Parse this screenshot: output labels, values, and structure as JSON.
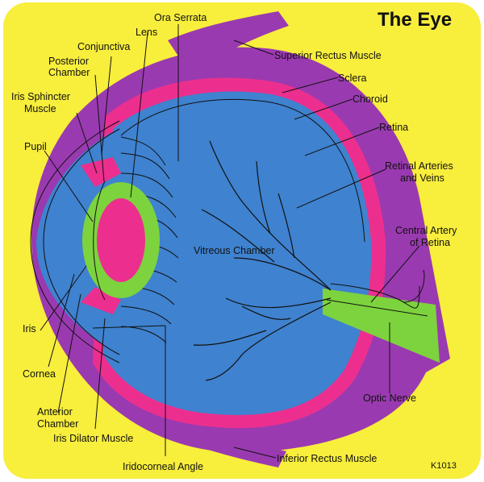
{
  "title": "The Eye",
  "product_code": "K1013",
  "colors": {
    "background": "#f8ee3c",
    "sclera": "#9a3ab0",
    "choroid": "#ec2f8e",
    "vitreous": "#3f82cf",
    "iris": "#7dd33d",
    "optic_nerve": "#7dd33d",
    "lines": "#111111"
  },
  "labels": {
    "ora_serrata": "Ora Serrata",
    "lens": "Lens",
    "conjunctiva": "Conjunctiva",
    "posterior_chamber_1": "Posterior",
    "posterior_chamber_2": "Chamber",
    "iris_sphincter_1": "Iris Sphincter",
    "iris_sphincter_2": "Muscle",
    "pupil": "Pupil",
    "iris": "Iris",
    "cornea": "Cornea",
    "anterior_chamber_1": "Anterior",
    "anterior_chamber_2": "Chamber",
    "iris_dilator": "Iris Dilator Muscle",
    "iridocorneal_angle": "Iridocorneal Angle",
    "inferior_rectus": "Inferior Rectus Muscle",
    "optic_nerve": "Optic Nerve",
    "central_artery_1": "Central Artery",
    "central_artery_2": "of Retina",
    "retinal_arteries_1": "Retinal Arteries",
    "retinal_arteries_2": "and Veins",
    "retina": "Retina",
    "choroid": "Choroid",
    "sclera": "Sclera",
    "superior_rectus": "Superior Rectus Muscle",
    "vitreous_chamber": "Vitreous Chamber"
  }
}
